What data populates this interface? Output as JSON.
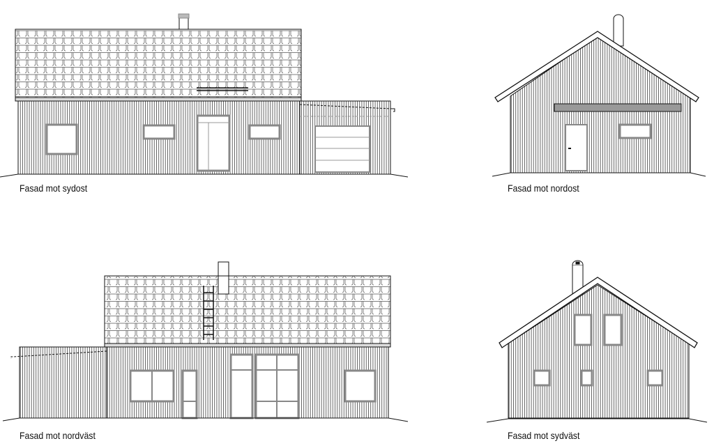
{
  "elevations": [
    {
      "label": "Fasad mot sydost"
    },
    {
      "label": "Fasad mot nordost"
    },
    {
      "label": "Fasad mot nordväst"
    },
    {
      "label": "Fasad mot sydväst"
    }
  ],
  "colors": {
    "line": "#111111",
    "frame": "#8a8a8a",
    "siding": "#555555"
  }
}
